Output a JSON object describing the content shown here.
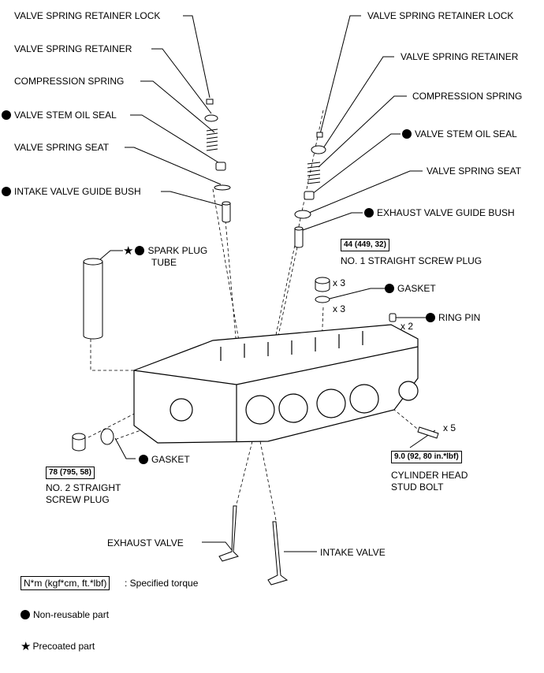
{
  "labels": {
    "l_retainer_lock": "VALVE SPRING RETAINER LOCK",
    "l_retainer": "VALVE SPRING RETAINER",
    "l_comp_spring": "COMPRESSION SPRING",
    "l_oil_seal": "VALVE STEM OIL SEAL",
    "l_spring_seat": "VALVE SPRING SEAT",
    "l_intake_bush": "INTAKE VALVE GUIDE BUSH",
    "r_retainer_lock": "VALVE SPRING RETAINER LOCK",
    "r_retainer": "VALVE SPRING RETAINER",
    "r_comp_spring": "COMPRESSION SPRING",
    "r_oil_seal": "VALVE STEM OIL SEAL",
    "r_spring_seat": "VALVE SPRING SEAT",
    "r_exhaust_bush": "EXHAUST VALVE GUIDE BUSH",
    "spark_plug_tube_1": "SPARK PLUG",
    "spark_plug_tube_2": "TUBE",
    "no1_plug": "NO. 1 STRAIGHT SCREW PLUG",
    "gasket_right": "GASKET",
    "ring_pin": "RING PIN",
    "gasket_left": "GASKET",
    "no2_plug_1": "NO. 2 STRAIGHT",
    "no2_plug_2": "SCREW PLUG",
    "stud_bolt_1": "CYLINDER HEAD",
    "stud_bolt_2": "STUD BOLT",
    "exhaust_valve": "EXHAUST VALVE",
    "intake_valve": "INTAKE VALVE"
  },
  "quantities": {
    "plug_x3": "x 3",
    "gasket_x3": "x 3",
    "ringpin_x2": "x 2",
    "stud_x5": "x 5"
  },
  "torques": {
    "no1_plug": "44 (449, 32)",
    "no2_plug": "78 (795, 58)",
    "stud_bolt": "9.0 (92, 80 in.*lbf)"
  },
  "legend": {
    "torque_box": "N*m (kgf*cm, ft.*lbf)",
    "torque_desc": ": Specified torque",
    "nonreusable": "Non-reusable part",
    "precoated": "Precoated part"
  },
  "icons": {
    "nonreusable": "filled-circle-icon",
    "precoated": "star-icon"
  }
}
